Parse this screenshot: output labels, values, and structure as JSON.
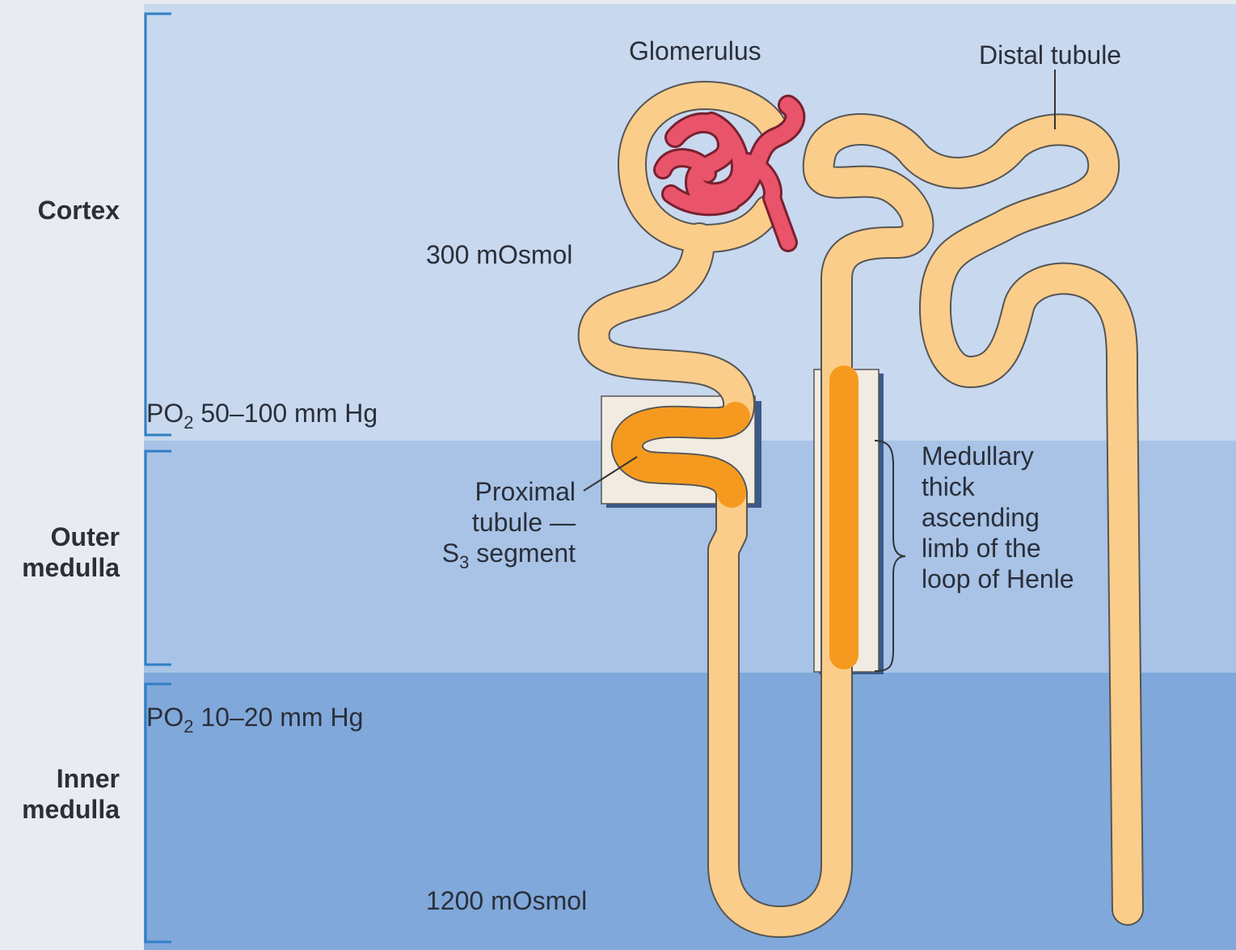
{
  "zones": {
    "cortex": "Cortex",
    "outer_medulla_1": "Outer",
    "outer_medulla_2": "medulla",
    "inner_medulla_1": "Inner",
    "inner_medulla_2": "medulla"
  },
  "po2_cortex": {
    "prefix": "PO",
    "sub": "2",
    "suffix": " 50–100 mm Hg"
  },
  "po2_inner": {
    "prefix": "PO",
    "sub": "2",
    "suffix": " 10–20 mm Hg"
  },
  "osmol_top": "300 mOsmol",
  "osmol_bottom": "1200 mOsmol",
  "labels": {
    "glomerulus": "Glomerulus",
    "distal_tubule": "Distal tubule",
    "proximal_1": "Proximal",
    "proximal_2": "tubule —",
    "proximal_3_prefix": "S",
    "proximal_3_sub": "3",
    "proximal_3_suffix": " segment",
    "mtal_1": "Medullary",
    "mtal_2": "thick",
    "mtal_3": "ascending",
    "mtal_4": "limb of the",
    "mtal_5": "loop of Henle"
  },
  "colors": {
    "cortex_bg": "#c8d8ee",
    "outer_medulla_bg": "#a8c3e6",
    "inner_medulla_bg": "#80a8da",
    "tubule": "#fbcd8a",
    "tubule_highlight": "#f59a1e",
    "glomerulus": "#e9546b",
    "bracket": "#2f7fc4"
  }
}
